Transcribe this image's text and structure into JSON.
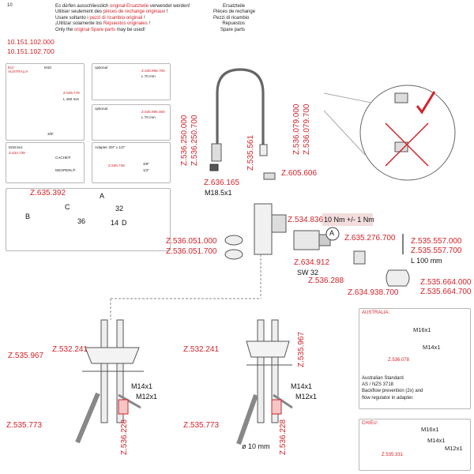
{
  "page_number": "10",
  "header": {
    "lines": [
      {
        "pre": "Es dürfen ausschliesslich",
        "red": "original Ersatzteile",
        "post": "verwendet werden!",
        "right": "Ersatzteile"
      },
      {
        "pre": "Utiliser seulement des",
        "red": "pièces de rechange originaux",
        "post": "!",
        "right": "Pièces de rechange"
      },
      {
        "pre": "Usare soltanto i",
        "red": "pezzi di ricambio originali",
        "post": "!",
        "right": "Pezzi di ricambio"
      },
      {
        "pre": "¡Utilizar solamente los",
        "red": "Repuestos originales",
        "post": "!",
        "right": "Repuestos"
      },
      {
        "pre": "Only the",
        "red": "original Spare parts",
        "post": "may be used!",
        "right": "Spare parts"
      }
    ]
  },
  "article_numbers": [
    "10.151.102.000",
    "10.151.102.700"
  ],
  "boxes": {
    "eu_australia": {
      "region": "EU/\nAUSTRALIA",
      "thread": "M10",
      "part": "Z.535.778",
      "length": "L 450 mm",
      "size": "3/8\""
    },
    "optional_1": {
      "title": "optional",
      "part": "Z.535.996.700",
      "length": "L 70 mm"
    },
    "optional_2": {
      "title": "optional",
      "part": "Z.535.995.000",
      "length": "L 70 mm"
    },
    "m18": {
      "thread": "M18.5x1",
      "part": "Z.634.739",
      "brand_a": "CACHE®",
      "brand_b": "NEOPERL®"
    },
    "adapter": {
      "title": "Adapter 3/8\" x 1/2\"",
      "part": "Z.535.739",
      "size_a": "3/8\"",
      "size_b": "1/2\""
    },
    "wrench": {
      "part": "Z.635.392",
      "letters": [
        "A",
        "B",
        "C",
        "D"
      ],
      "sizes": [
        "32",
        "36",
        "14"
      ]
    }
  },
  "main": {
    "spout_parts": [
      "Z.536.250.000",
      "Z.536.250.700"
    ],
    "aerator_parts": [
      "Z.536.079.000",
      "Z.536.079.700"
    ],
    "z535561": "Z.535.561",
    "z605606": "Z.605.606",
    "z636165": "Z.636.165",
    "m185": "M18.5x1",
    "z534836": "Z.534.836",
    "torque": "10 Nm +/- 1 Nm",
    "circle_a": "A",
    "z536051": [
      "Z.536.051.000",
      "Z.536.051.700"
    ],
    "z634912": "Z.634.912",
    "sw": "SW 32",
    "z536288": "Z.536.288",
    "z634938": "Z.634.938.700",
    "z635276": "Z.635.276.700",
    "z535557": [
      "Z.535.557.000",
      "Z.535.557.700"
    ],
    "l100": "L 100 mm",
    "z535664": [
      "Z.535.664.000",
      "Z.535.664.700"
    ]
  },
  "bottom": {
    "z532241": "Z.532.241",
    "z535967": "Z.535.967",
    "z535773": "Z.535.773",
    "z536228": "Z.536.228",
    "m14": "M14x1",
    "m12": "M12x1",
    "dia": "ø 10 mm"
  },
  "australia_box": {
    "title": "AUSTRALIA:",
    "m16": "M16x1",
    "m14": "M14x1",
    "part": "Z.536.078",
    "text": [
      "Australian Standard",
      "AS / NZS 3718",
      "Backflow prevention (2x) and",
      "flow regulator in adapter."
    ]
  },
  "cheu_box": {
    "title": "CH/EU:",
    "m16": "M16x1",
    "m14": "M14x1",
    "m12": "M12x1",
    "part": "Z.535.331"
  }
}
